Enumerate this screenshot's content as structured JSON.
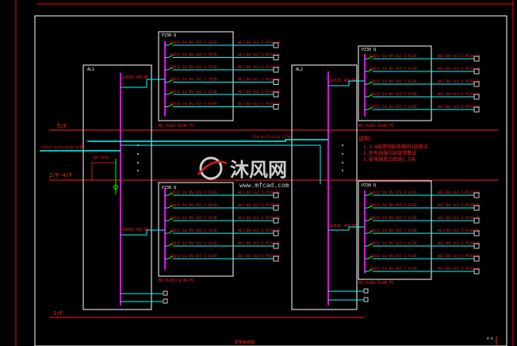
{
  "floors": {
    "f5": "5/F",
    "f2_4": "2/F~4/F",
    "f1": "1/F"
  },
  "box_left_top": "AL1",
  "box_right_top": "AL2",
  "sub_left_top": "PZ30 Q",
  "sub_left_bot": "PZ30 Q",
  "sub_right_top": "PZ30 Q",
  "sub_right_bot": "PZ30 Q",
  "breaker_main_left": "S263C-40/3P",
  "breaker_main_right": "S263C-40/3P",
  "breaker_lower_left": "S263C-40/3P",
  "breaker_lower_right": "S263C-40/3P",
  "circuit_label": "S261C-16 BV-3X2.5 SC20",
  "cable_label": "WL1-BV-3x2.5-PC20-FC",
  "feeder_left_top": "BV-5x16-SC40-FC",
  "feeder_left_bot": "BV-5x16-SC40-FC",
  "feeder_right_top": "BV-5x16-SC40-FC",
  "feeder_right_bot": "BV-5x16-SC40-FC",
  "incoming": "YJV22-4x35+1x16-SC80",
  "riser": "YJV-4x25+1x16 SC50",
  "bus_label": "BV-5x16",
  "notes_title": "说明：",
  "notes": [
    "1.2~4层照明配电箱同5层做法",
    "2.所有线路均穿管暗敷设",
    "3.配电箱底边距地1.5米"
  ],
  "watermark_cn": "沐风网",
  "watermark_en": "www.mfcad.com",
  "footer_label": "配电系统图",
  "page_mark": "4-4",
  "colors": {
    "frame": "#ff0000",
    "bus": "#ff00ff",
    "line": "#00ffff",
    "wire": "#ff00ff",
    "text": "#ff2020",
    "yellow": "#ffff00",
    "white": "#ffffff",
    "green": "#00ff00"
  }
}
